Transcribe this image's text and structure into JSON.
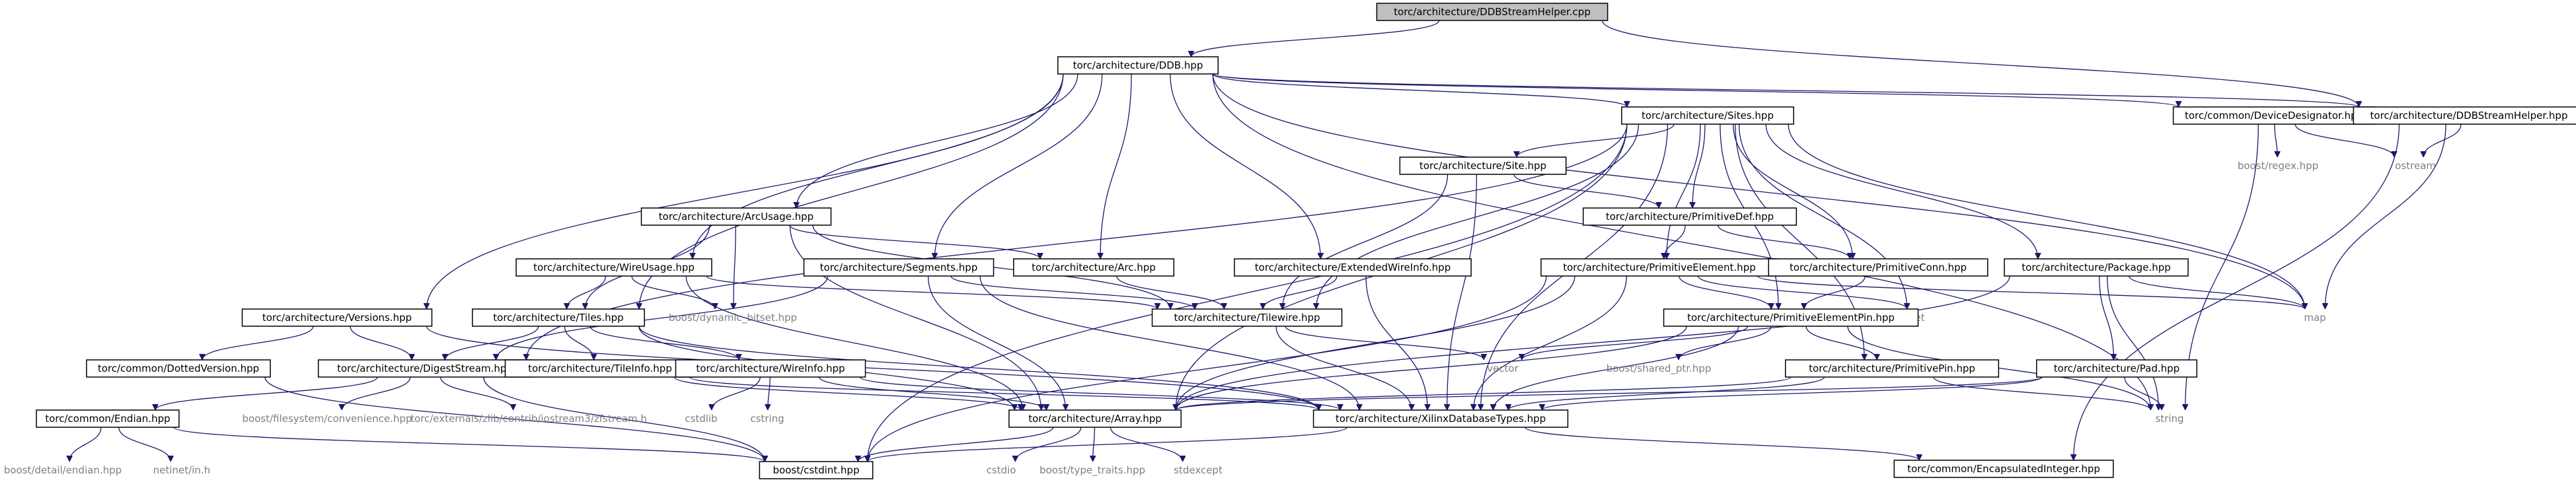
{
  "nodes": {
    "root": "torc/architecture/DDBStreamHelper.cpp",
    "ddb": "torc/architecture/DDB.hpp",
    "sites": "torc/architecture/Sites.hpp",
    "devdes": "torc/common/DeviceDesignator.hpp",
    "ddbsh": "torc/architecture/DDBStreamHelper.hpp",
    "site": "torc/architecture/Site.hpp",
    "boostregex": "boost/regex.hpp",
    "ostream": "ostream",
    "arcusage": "torc/architecture/ArcUsage.hpp",
    "primdef": "torc/architecture/PrimitiveDef.hpp",
    "wireusage": "torc/architecture/WireUsage.hpp",
    "segments": "torc/architecture/Segments.hpp",
    "arc": "torc/architecture/Arc.hpp",
    "extwire": "torc/architecture/ExtendedWireInfo.hpp",
    "primelem": "torc/architecture/PrimitiveElement.hpp",
    "primconn": "torc/architecture/PrimitiveConn.hpp",
    "package": "torc/architecture/Package.hpp",
    "versions": "torc/architecture/Versions.hpp",
    "tiles": "torc/architecture/Tiles.hpp",
    "dynbitset": "boost/dynamic_bitset.hpp",
    "tilewire": "torc/architecture/Tilewire.hpp",
    "set": "set",
    "map": "map",
    "dotver": "torc/common/DottedVersion.hpp",
    "digest": "torc/architecture/DigestStream.hpp",
    "tileinfo": "torc/architecture/TileInfo.hpp",
    "wireinfo": "torc/architecture/WireInfo.hpp",
    "vector": "vector",
    "primelempin": "torc/architecture/PrimitiveElementPin.hpp",
    "sharedptr": "boost/shared_ptr.hpp",
    "primpin": "torc/architecture/PrimitivePin.hpp",
    "pad": "torc/architecture/Pad.hpp",
    "fsconv": "boost/filesystem/convenience.hpp",
    "zfstream": "torc/externals/zlib/contrib/iostream3/zfstream.h",
    "cstdlib": "cstdlib",
    "cstring": "cstring",
    "array": "torc/architecture/Array.hpp",
    "xilinxtypes": "torc/architecture/XilinxDatabaseTypes.hpp",
    "string": "string",
    "endian": "torc/common/Endian.hpp",
    "boostendian": "boost/detail/endian.hpp",
    "netinet": "netinet/in.h",
    "cstdint": "boost/cstdint.hpp",
    "cstdio": "cstdio",
    "typetraits": "boost/type_traits.hpp",
    "stdexcept": "stdexcept",
    "encint": "torc/common/EncapsulatedInteger.hpp"
  },
  "edges": [
    [
      "root",
      "ddb"
    ],
    [
      "root",
      "ddbsh"
    ],
    [
      "ddb",
      "sites"
    ],
    [
      "ddb",
      "devdes"
    ],
    [
      "ddb",
      "ddbsh"
    ],
    [
      "ddb",
      "arcusage"
    ],
    [
      "ddb",
      "wireusage"
    ],
    [
      "ddb",
      "segments"
    ],
    [
      "ddb",
      "arc"
    ],
    [
      "ddb",
      "extwire"
    ],
    [
      "ddb",
      "versions"
    ],
    [
      "ddb",
      "tiles"
    ],
    [
      "ddb",
      "string"
    ],
    [
      "ddb",
      "map"
    ],
    [
      "sites",
      "site"
    ],
    [
      "sites",
      "primdef"
    ],
    [
      "sites",
      "primelem"
    ],
    [
      "sites",
      "primconn"
    ],
    [
      "sites",
      "package"
    ],
    [
      "sites",
      "tilewire"
    ],
    [
      "sites",
      "array"
    ],
    [
      "sites",
      "cstdint"
    ],
    [
      "sites",
      "set"
    ],
    [
      "sites",
      "map"
    ],
    [
      "sites",
      "primelempin"
    ],
    [
      "sites",
      "primpin"
    ],
    [
      "sites",
      "xilinxtypes"
    ],
    [
      "sites",
      "digest"
    ],
    [
      "devdes",
      "boostregex"
    ],
    [
      "devdes",
      "ostream"
    ],
    [
      "devdes",
      "string"
    ],
    [
      "ddbsh",
      "ostream"
    ],
    [
      "ddbsh",
      "map"
    ],
    [
      "ddbsh",
      "encint"
    ],
    [
      "site",
      "primdef"
    ],
    [
      "site",
      "tilewire"
    ],
    [
      "site",
      "xilinxtypes"
    ],
    [
      "arcusage",
      "tiles"
    ],
    [
      "arcusage",
      "arc"
    ],
    [
      "arcusage",
      "dynbitset"
    ],
    [
      "arcusage",
      "tilewire"
    ],
    [
      "arcusage",
      "array"
    ],
    [
      "primdef",
      "primelem"
    ],
    [
      "primdef",
      "primconn"
    ],
    [
      "wireusage",
      "tiles"
    ],
    [
      "wireusage",
      "dynbitset"
    ],
    [
      "wireusage",
      "tilewire"
    ],
    [
      "wireusage",
      "array"
    ],
    [
      "segments",
      "tilewire"
    ],
    [
      "segments",
      "array"
    ],
    [
      "segments",
      "xilinxtypes"
    ],
    [
      "segments",
      "digest"
    ],
    [
      "arc",
      "tilewire"
    ],
    [
      "extwire",
      "tilewire"
    ],
    [
      "extwire",
      "xilinxtypes"
    ],
    [
      "primelem",
      "primelempin"
    ],
    [
      "primelem",
      "set"
    ],
    [
      "primelem",
      "map"
    ],
    [
      "primelem",
      "array"
    ],
    [
      "primelem",
      "xilinxtypes"
    ],
    [
      "primelem",
      "cstdint"
    ],
    [
      "primconn",
      "primelempin"
    ],
    [
      "package",
      "pad"
    ],
    [
      "package",
      "map"
    ],
    [
      "package",
      "array"
    ],
    [
      "package",
      "string"
    ],
    [
      "versions",
      "digest"
    ],
    [
      "versions",
      "dotver"
    ],
    [
      "versions",
      "xilinxtypes"
    ],
    [
      "tiles",
      "digest"
    ],
    [
      "tiles",
      "tileinfo"
    ],
    [
      "tiles",
      "wireinfo"
    ],
    [
      "tiles",
      "array"
    ],
    [
      "tiles",
      "xilinxtypes"
    ],
    [
      "tilewire",
      "xilinxtypes"
    ],
    [
      "tilewire",
      "vector"
    ],
    [
      "dotver",
      "cstdint"
    ],
    [
      "digest",
      "endian"
    ],
    [
      "digest",
      "fsconv"
    ],
    [
      "digest",
      "zfstream"
    ],
    [
      "digest",
      "cstdint"
    ],
    [
      "tileinfo",
      "array"
    ],
    [
      "tileinfo",
      "xilinxtypes"
    ],
    [
      "wireinfo",
      "cstdlib"
    ],
    [
      "wireinfo",
      "cstring"
    ],
    [
      "wireinfo",
      "array"
    ],
    [
      "wireinfo",
      "xilinxtypes"
    ],
    [
      "primelempin",
      "vector"
    ],
    [
      "primelempin",
      "sharedptr"
    ],
    [
      "primelempin",
      "primpin"
    ],
    [
      "primelempin",
      "array"
    ],
    [
      "primelempin",
      "xilinxtypes"
    ],
    [
      "primelempin",
      "string"
    ],
    [
      "primpin",
      "array"
    ],
    [
      "primpin",
      "xilinxtypes"
    ],
    [
      "primpin",
      "string"
    ],
    [
      "pad",
      "array"
    ],
    [
      "pad",
      "xilinxtypes"
    ],
    [
      "pad",
      "string"
    ],
    [
      "array",
      "cstdint"
    ],
    [
      "array",
      "cstdio"
    ],
    [
      "array",
      "typetraits"
    ],
    [
      "array",
      "stdexcept"
    ],
    [
      "xilinxtypes",
      "cstdint"
    ],
    [
      "xilinxtypes",
      "encint"
    ],
    [
      "endian",
      "boostendian"
    ],
    [
      "endian",
      "netinet"
    ],
    [
      "endian",
      "cstdint"
    ]
  ]
}
